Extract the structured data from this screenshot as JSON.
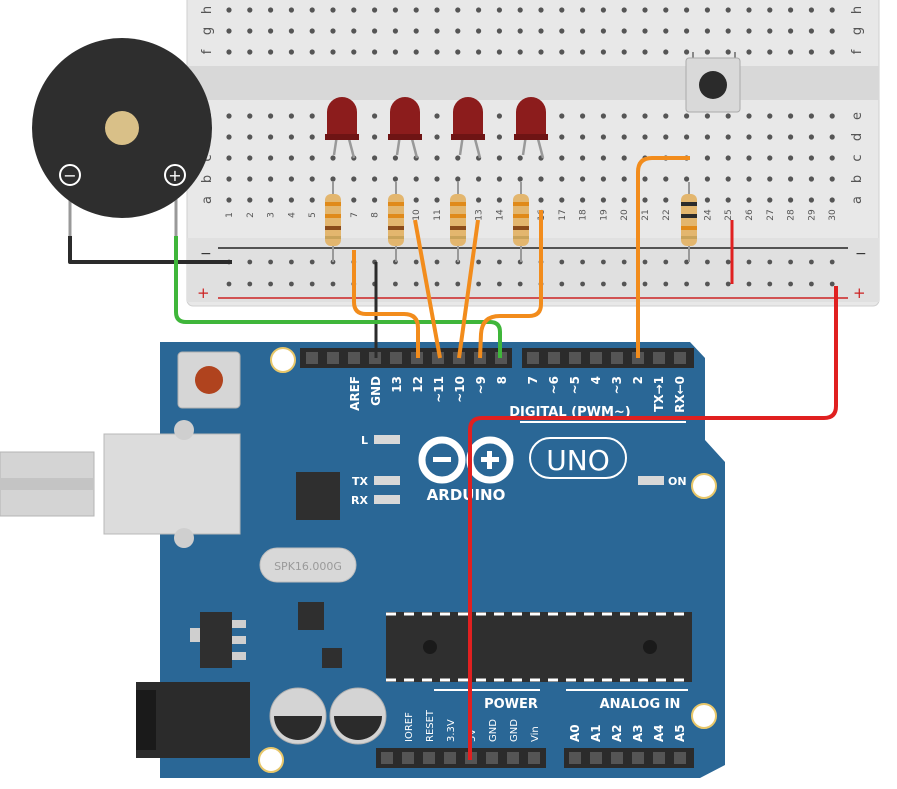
{
  "breadboard": {
    "top_rows": [
      "h",
      "g",
      "f"
    ],
    "bottom_rows": [
      "e",
      "d",
      "c",
      "b",
      "a"
    ],
    "columns": [
      "1",
      "2",
      "3",
      "4",
      "5",
      "6",
      "7",
      "8",
      "9",
      "10",
      "11",
      "12",
      "13",
      "14",
      "15",
      "16",
      "17",
      "18",
      "19",
      "20",
      "21",
      "22",
      "23",
      "24",
      "25",
      "26",
      "27",
      "28",
      "29",
      "30"
    ],
    "rail_minus": "−",
    "rail_plus": "+"
  },
  "buzzer": {
    "minus_label": "−",
    "plus_label": "+"
  },
  "arduino": {
    "logo_text": "ARDUINO",
    "model": "UNO",
    "digital_pins": [
      "AREF",
      "GND",
      "13",
      "12",
      "~11",
      "~10",
      "~9",
      "8",
      "7",
      "~6",
      "~5",
      "4",
      "~3",
      "2",
      "TX→1",
      "RX←0"
    ],
    "digital_header": "DIGITAL (PWM~)",
    "led_l": "L",
    "led_tx": "TX",
    "led_rx": "RX",
    "led_on": "ON",
    "crystal": "SPK16.000G",
    "power_header": "POWER",
    "power_pins": [
      "IOREF",
      "RESET",
      "3.3V",
      "5V",
      "GND",
      "GND",
      "Vin"
    ],
    "analog_header": "ANALOG IN",
    "analog_pins": [
      "A0",
      "A1",
      "A2",
      "A3",
      "A4",
      "A5"
    ]
  },
  "colors": {
    "board_blue": "#2a6796",
    "breadboard": "#e9e9e9",
    "led_red": "#8c1c1c",
    "wire_orange": "#f28c1c",
    "wire_red": "#e02020",
    "wire_green": "#3fb63a",
    "wire_black": "#2b2b2b"
  }
}
